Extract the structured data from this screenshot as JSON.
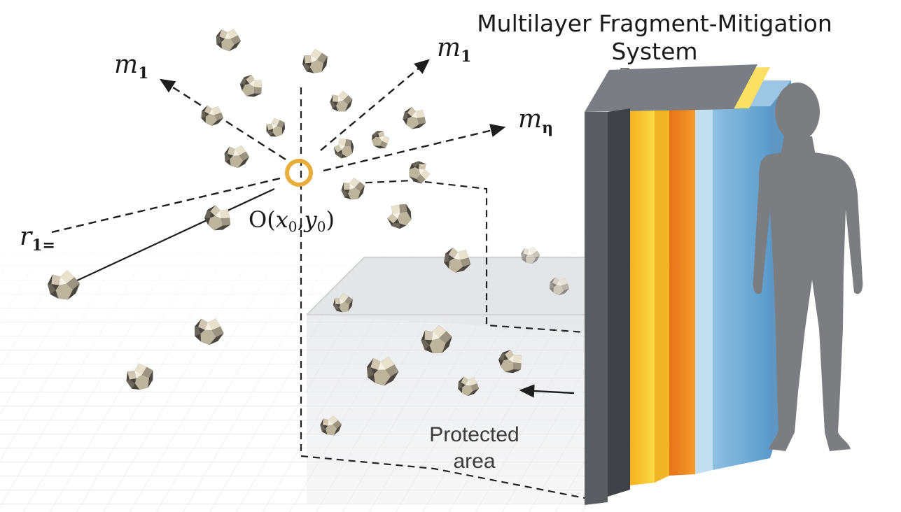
{
  "diagram": {
    "title_line1": "Multilayer Fragment-Mitigation",
    "title_line2": "System",
    "label_m1_left": "m",
    "label_m1_left_sub": "1",
    "label_m1_right": "m",
    "label_m1_right_sub": "1",
    "label_mn": "m",
    "label_mn_sub": "η",
    "label_r1": "r",
    "label_r1_sub": "1=",
    "origin_prefix": "O(",
    "origin_x": "x",
    "origin_x_sub": "0",
    "origin_sep": ",",
    "origin_y": "y",
    "origin_y_sub": "0",
    "origin_suffix": ")",
    "protected_line1": "Protected",
    "protected_line2": "area"
  },
  "colors": {
    "layer_dark": "#55595e",
    "layer_yellow": "#f7c52a",
    "layer_orange": "#f08a1c",
    "layer_light_blue": "#bcdcee",
    "layer_blue": "#6aa8d4",
    "origin_ring": "#e9ad3c",
    "person": "#7b7d80"
  },
  "icons": [
    "fragment-icon",
    "down-arrow-icon",
    "person-silhouette-icon",
    "origin-ring-icon"
  ]
}
